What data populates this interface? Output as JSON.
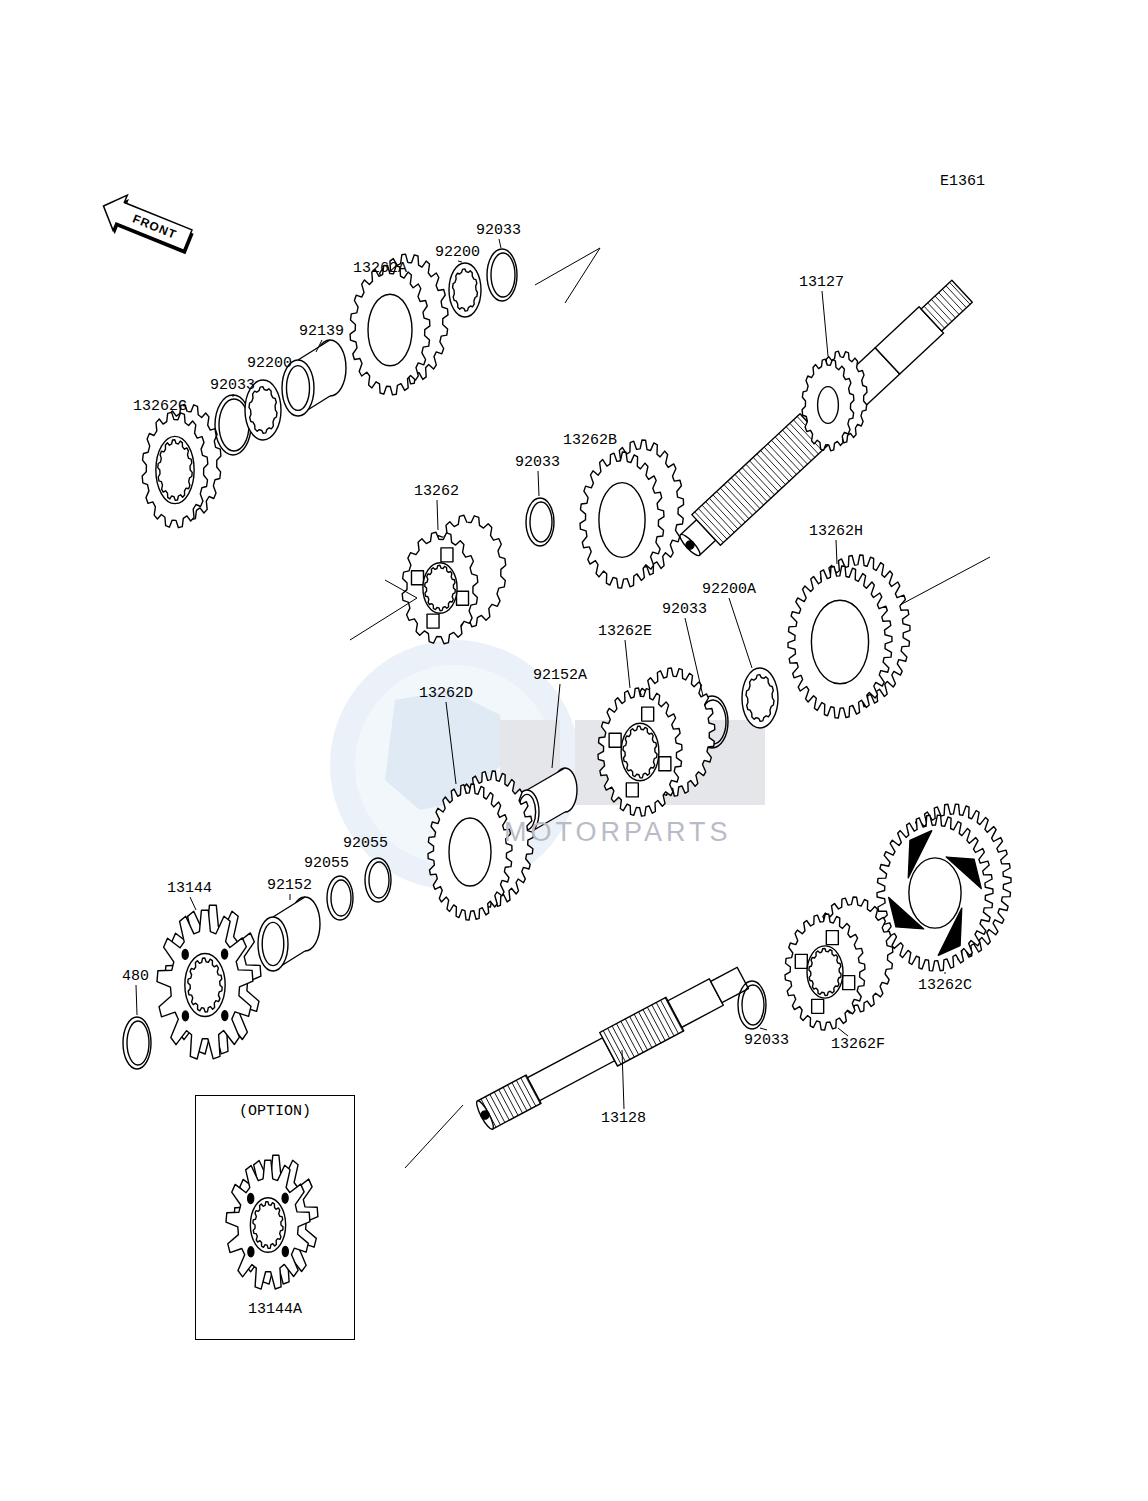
{
  "diagram": {
    "nodes": [
      {
        "text": [
          "FRONT"
        ]
      },
      {
        "text": [
          "(OPTION)",
          "13144A"
        ]
      }
    ],
    "labels": [
      "E1361",
      "92033",
      "92200",
      "13262A",
      "92139",
      "92200",
      "92033",
      "13262G",
      "13127",
      "13262B",
      "92033",
      "13262",
      "13262H",
      "92200A",
      "92033",
      "13262E",
      "92152A",
      "13262D",
      "92055",
      "92055",
      "92152",
      "13144",
      "480",
      "13262C",
      "13262F",
      "92033",
      "13128",
      "MOTORPARTS"
    ]
  }
}
